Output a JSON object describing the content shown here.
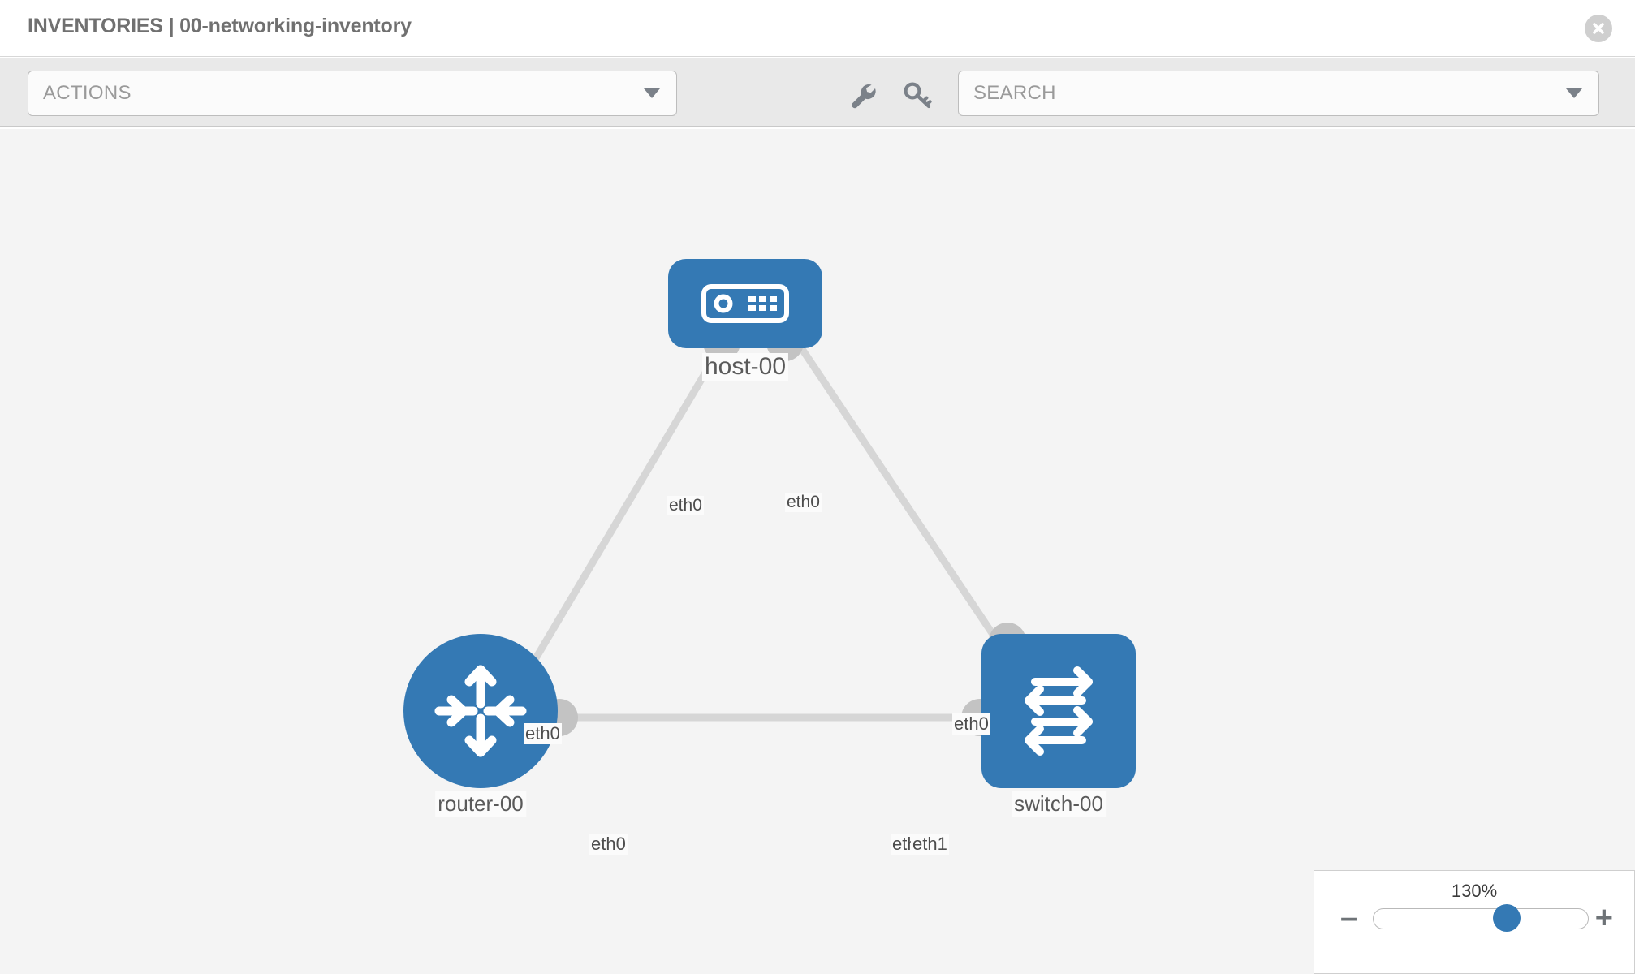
{
  "window": {
    "title": "INVENTORIES | 00-networking-inventory",
    "close_icon": "close-circle-icon"
  },
  "toolbar": {
    "actions": {
      "label": "ACTIONS",
      "caret_icon": "chevron-down-icon"
    },
    "search": {
      "placeholder": "SEARCH",
      "label": "SEARCH",
      "caret_icon": "chevron-down-icon"
    },
    "tools": [
      {
        "name": "wrench-icon",
        "title": "wrench"
      },
      {
        "name": "key-icon",
        "title": "key"
      }
    ]
  },
  "colors": {
    "node_blue": "#3479b4",
    "port_gray": "#c3c3c3",
    "link_gray": "#d6d6d6",
    "canvas_bg": "#f4f4f4",
    "toolbar_bg": "#e9e9e9"
  },
  "topology": {
    "nodes": [
      {
        "id": "host-00",
        "label": "host-00",
        "type": "host",
        "icon": "server-icon",
        "shape": "rounded-rect"
      },
      {
        "id": "router-00",
        "label": "router-00",
        "type": "router",
        "icon": "router-arrows-icon",
        "shape": "circle"
      },
      {
        "id": "switch-00",
        "label": "switch-00",
        "type": "switch",
        "icon": "switch-arrows-icon",
        "shape": "rounded-square"
      }
    ],
    "interface_labels": {
      "host_left": "eth0",
      "host_right": "eth0",
      "router_uplink": "eth0",
      "switch_uplink": "eth0",
      "router_trunk": "eth0",
      "switch_trunk_under": "eth0",
      "switch_trunk": "eth1"
    },
    "links": [
      {
        "from": "router-00",
        "from_if": "eth0",
        "to": "host-00",
        "to_if": "eth0"
      },
      {
        "from": "switch-00",
        "from_if": "eth0",
        "to": "host-00",
        "to_if": "eth0"
      },
      {
        "from": "router-00",
        "from_if": "eth0",
        "to": "switch-00",
        "to_if": "eth1"
      }
    ]
  },
  "zoom_control": {
    "percent": "130%",
    "minus_label": "–",
    "plus_label": "+",
    "value": 62
  }
}
